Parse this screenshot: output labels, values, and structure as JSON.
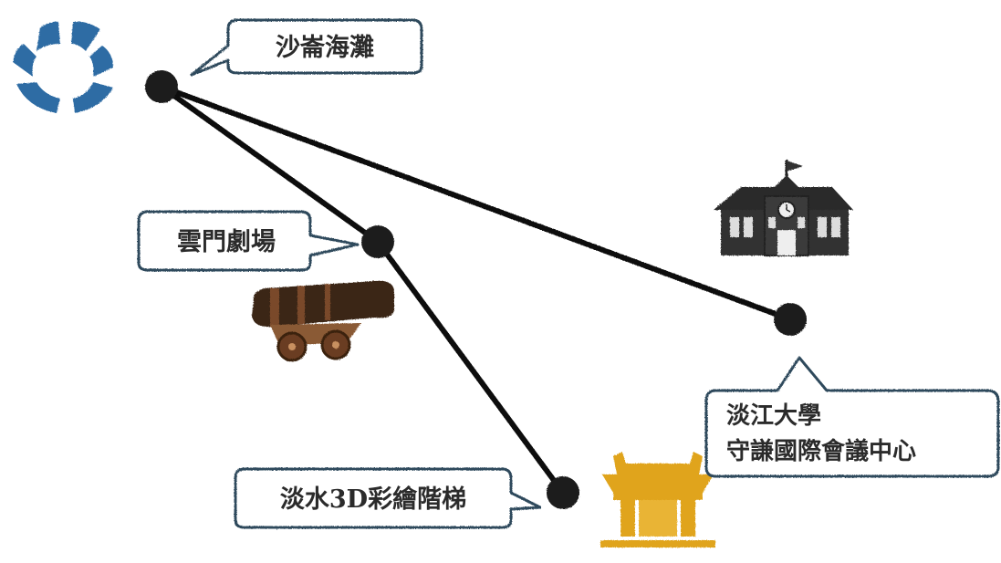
{
  "locations": {
    "shalun": {
      "name": "沙崙海灘"
    },
    "cloudgate": {
      "name": "雲門劇場"
    },
    "stairs": {
      "name": "淡水3D彩繪階梯"
    },
    "tamkang": {
      "line1": "淡江大學",
      "line2": "守謙國際會議中心"
    }
  },
  "icons": {
    "logo": "tamkang-university-logo-icon",
    "school": "schoolhouse-icon",
    "cannon": "cannon-icon",
    "temple": "temple-icon"
  },
  "colors": {
    "bubble_border": "#2f4a5c",
    "route": "#111111",
    "logo_blue": "#2e6ca4",
    "school_dark": "#2a2a2a",
    "cannon_brown": "#5a3a22",
    "temple_gold": "#e0a41c"
  }
}
